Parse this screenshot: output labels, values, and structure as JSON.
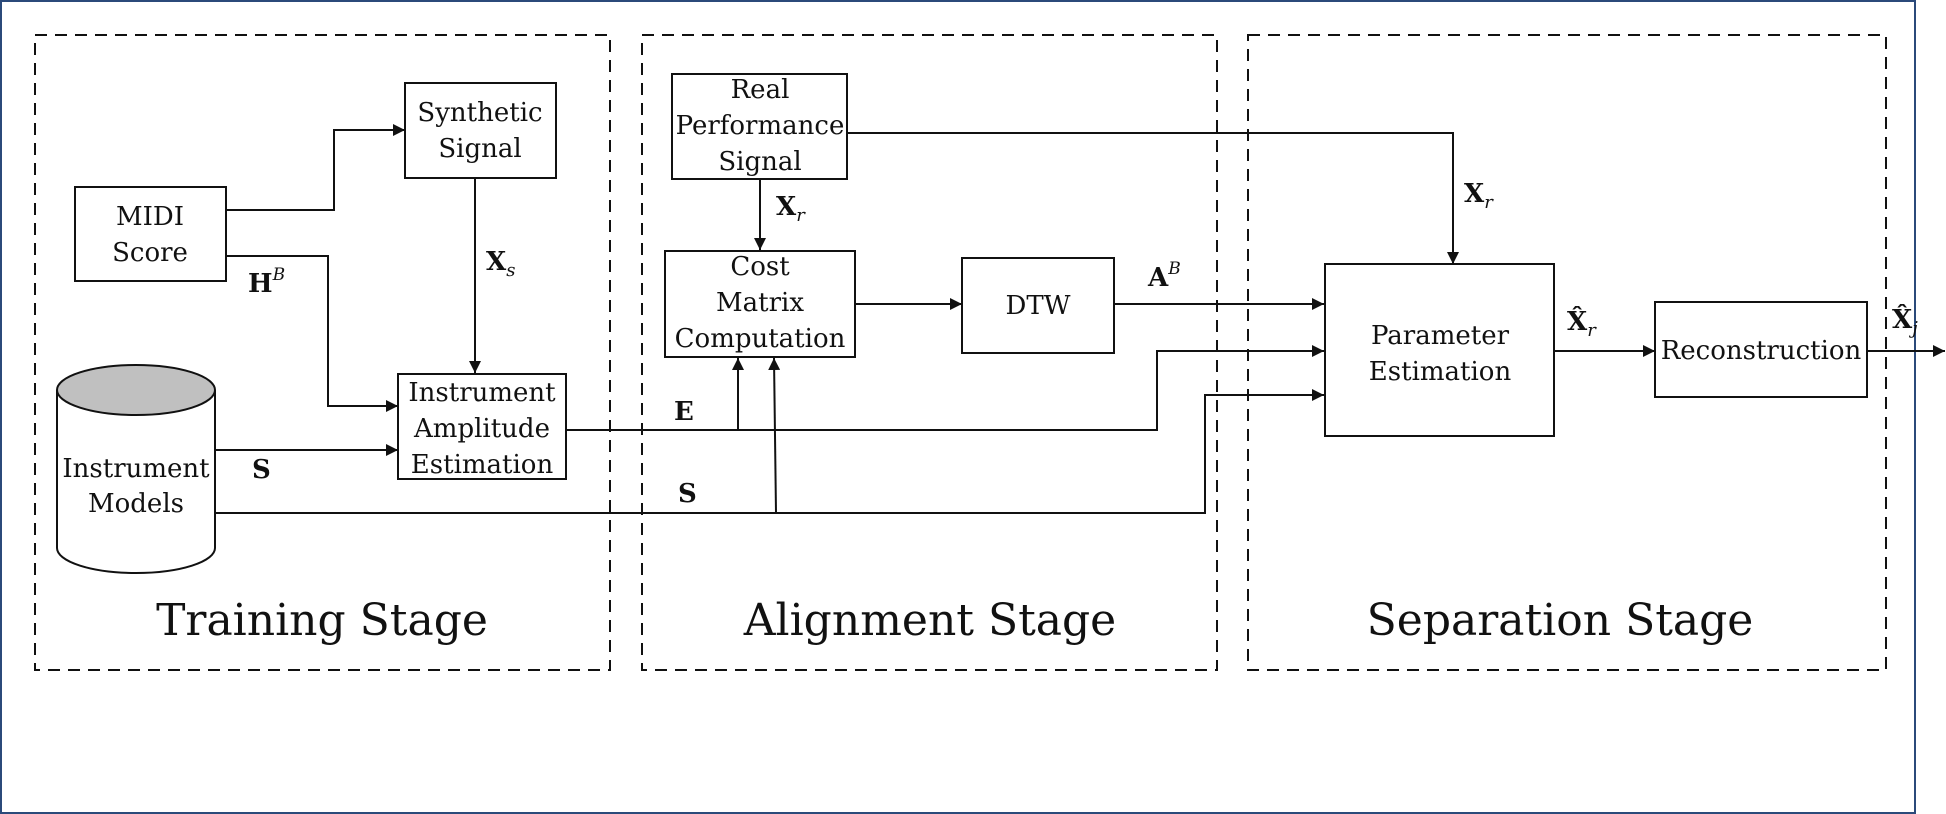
{
  "stages": {
    "training": "Training Stage",
    "alignment": "Alignment Stage",
    "separation": "Separation Stage"
  },
  "blocks": {
    "midi_score": [
      "MIDI",
      "Score"
    ],
    "synthetic_signal": [
      "Synthetic",
      "Signal"
    ],
    "instrument_models": [
      "Instrument",
      "Models"
    ],
    "instrument_amplitude_estimation": [
      "Instrument",
      "Amplitude",
      "Estimation"
    ],
    "real_performance_signal": [
      "Real",
      "Performance",
      "Signal"
    ],
    "cost_matrix_computation": [
      "Cost",
      "Matrix",
      "Computation"
    ],
    "dtw": "DTW",
    "parameter_estimation": [
      "Parameter",
      "Estimation"
    ],
    "reconstruction": "Reconstruction"
  },
  "signals": {
    "xs": {
      "base": "X",
      "sub": "s"
    },
    "hb": {
      "base": "H",
      "sup": "B"
    },
    "s_training": {
      "base": "S"
    },
    "s_alignment": {
      "base": "S"
    },
    "xr_cost": {
      "base": "X",
      "sub": "r"
    },
    "xr_param": {
      "base": "X",
      "sub": "r"
    },
    "e": {
      "base": "E"
    },
    "ab": {
      "base": "A",
      "sup": "B"
    },
    "xr_hat": {
      "base": "X̂",
      "sub": "r"
    },
    "xj_hat": {
      "base": "X̂",
      "sub": "j"
    }
  }
}
